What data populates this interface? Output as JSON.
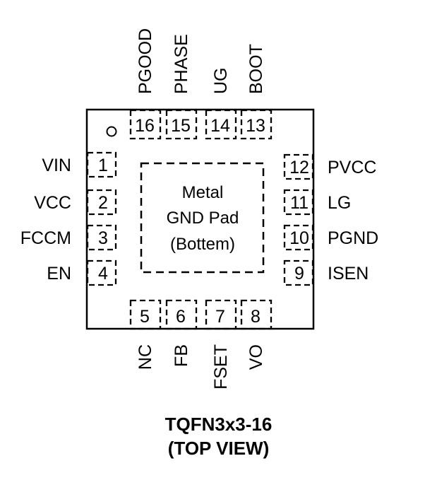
{
  "package": {
    "name": "TQFN3x3-16",
    "view": "(TOP VIEW)"
  },
  "center_pad": {
    "lines": [
      "Metal",
      "GND Pad",
      "(Bottem)"
    ]
  },
  "pins": {
    "left": [
      {
        "num": "1",
        "name": "VIN"
      },
      {
        "num": "2",
        "name": "VCC"
      },
      {
        "num": "3",
        "name": "FCCM"
      },
      {
        "num": "4",
        "name": "EN"
      }
    ],
    "bottom": [
      {
        "num": "5",
        "name": "NC"
      },
      {
        "num": "6",
        "name": "FB"
      },
      {
        "num": "7",
        "name": "FSET"
      },
      {
        "num": "8",
        "name": "VO"
      }
    ],
    "right": [
      {
        "num": "9",
        "name": "ISEN"
      },
      {
        "num": "10",
        "name": "PGND"
      },
      {
        "num": "11",
        "name": "LG"
      },
      {
        "num": "12",
        "name": "PVCC"
      }
    ],
    "top": [
      {
        "num": "13",
        "name": "BOOT"
      },
      {
        "num": "14",
        "name": "UG"
      },
      {
        "num": "15",
        "name": "PHASE"
      },
      {
        "num": "16",
        "name": "PGOOD"
      }
    ]
  },
  "colors": {
    "line": "#000000",
    "background": "#ffffff"
  }
}
